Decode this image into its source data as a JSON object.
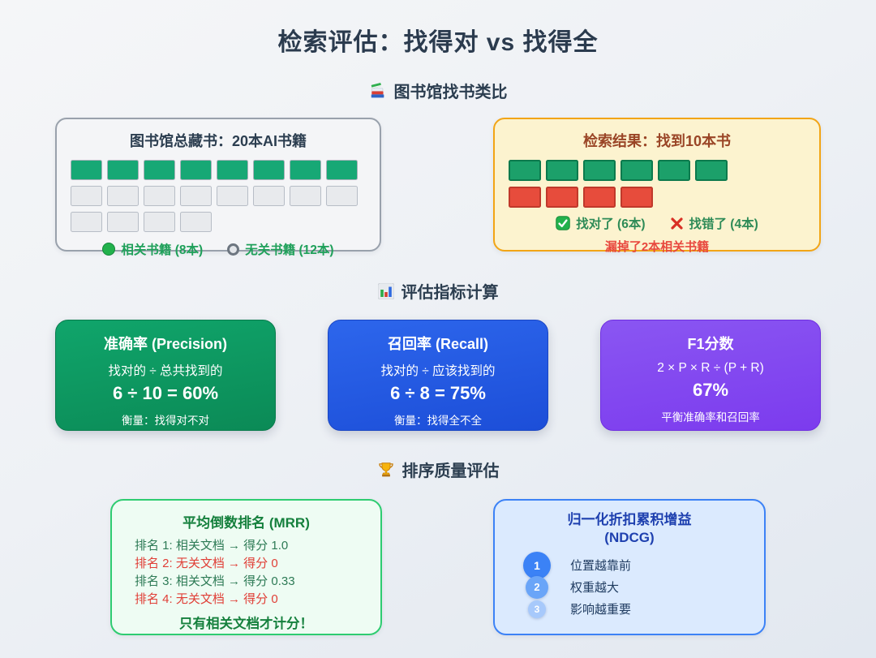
{
  "title": "检索评估：找得对 vs 找得全",
  "library_section": {
    "icon": "books-icon",
    "heading": "图书馆找书类比",
    "collection_box": {
      "title": "图书馆总藏书：20本AI书籍",
      "grid_rows": [
        {
          "color": "green",
          "count": 8
        },
        {
          "color": "gray",
          "count": 8
        },
        {
          "color": "gray",
          "count": 4
        }
      ],
      "legend": [
        {
          "icon": "green-dot-icon",
          "label": "相关书籍 (8本)"
        },
        {
          "icon": "gray-dot-icon",
          "label": "无关书籍 (12本)"
        }
      ]
    },
    "result_box": {
      "title": "检索结果：找到10本书",
      "grid_rows": [
        {
          "color": "green",
          "count": 6
        },
        {
          "color": "red",
          "count": 4
        }
      ],
      "legend": [
        {
          "icon": "check-icon",
          "label": "找对了 (6本)"
        },
        {
          "icon": "cross-icon",
          "label": "找错了 (4本)"
        }
      ],
      "missed_note": "漏掉了2本相关书籍"
    }
  },
  "metrics_section": {
    "icon": "bar-chart-icon",
    "heading": "评估指标计算",
    "cards": [
      {
        "theme": "green",
        "accent": "#0d9463",
        "title": "准确率 (Precision)",
        "formula": "找对的 ÷ 总共找到的",
        "calculation": "6 ÷ 10 = 60%",
        "note": "衡量：找得对不对"
      },
      {
        "theme": "blue",
        "accent": "#2457e0",
        "title": "召回率 (Recall)",
        "formula": "找对的 ÷ 应该找到的",
        "calculation": "6 ÷ 8 = 75%",
        "note": "衡量：找得全不全"
      },
      {
        "theme": "purple",
        "accent": "#7c3aed",
        "title": "F1分数",
        "formula": "2 × P × R ÷ (P + R)",
        "calculation": "67%",
        "note": "平衡准确率和召回率"
      }
    ]
  },
  "ranking_section": {
    "icon": "trophy-icon",
    "heading": "排序质量评估",
    "mrr_box": {
      "title": "平均倒数排名 (MRR)",
      "rows": [
        {
          "status": "relevant",
          "text": "排名 1: 相关文档 → 得分 1.0"
        },
        {
          "status": "irrelevant",
          "text": "排名 2: 无关文档 → 得分 0"
        },
        {
          "status": "relevant",
          "text": "排名 3: 相关文档 → 得分 0.33"
        },
        {
          "status": "irrelevant",
          "text": "排名 4: 无关文档 → 得分 0"
        }
      ],
      "footer": "只有相关文档才计分！"
    },
    "ndcg_box": {
      "title_line1": "归一化折扣累积增益",
      "title_line2": "(NDCG)",
      "items": [
        {
          "num": "1",
          "label": "位置越靠前"
        },
        {
          "num": "2",
          "label": "权重越大"
        },
        {
          "num": "3",
          "label": "影响越重要"
        }
      ]
    }
  },
  "colors": {
    "page_bg_start": "#f5f6f8",
    "page_bg_end": "#e2e8f0",
    "relevant_green": "#17a875",
    "irrelevant_gray": "#e8eaed",
    "wrong_red": "#e74c3c",
    "result_border_orange": "#f2a516",
    "precision_green": "#0b8a56",
    "recall_blue": "#1c4ed8",
    "f1_purple": "#7c3bee",
    "mrr_border_green": "#2ecc71",
    "ndcg_border_blue": "#3c82f6"
  }
}
